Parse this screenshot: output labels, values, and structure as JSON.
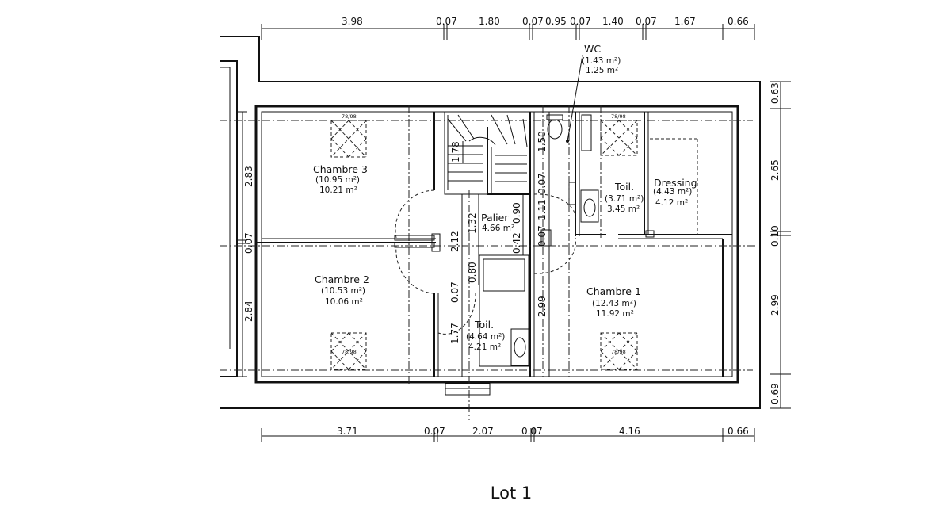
{
  "top_dimensions": [
    "3.98",
    "0.07",
    "1.80",
    "0.07",
    "0.95",
    "0.07",
    "1.40",
    "0.07",
    "1.67",
    "0.66"
  ],
  "bottom_dimensions": [
    "3.71",
    "0.07",
    "2.07",
    "0.07",
    "4.16",
    "0.66"
  ],
  "right_dimensions": [
    "0.63",
    "2.65",
    "0.10",
    "2.99",
    "0.69"
  ],
  "left_dimensions": [
    "2.83",
    "0.07",
    "2.84"
  ],
  "inner_dimensions": {
    "stair": "1.78",
    "wc_height": "1.50",
    "d007a": "0.07",
    "d111": "1.11",
    "d007b": "0.07",
    "d132": "1.32",
    "d090": "0.90",
    "d212": "2.12",
    "d042": "0.42",
    "d080": "0.80",
    "d007c": "0.07",
    "d177": "1.77",
    "d299": "2.99"
  },
  "rooms": {
    "chambre3": {
      "name": "Chambre 3",
      "area1": "(10.95 m²)",
      "area2": "10.21 m²"
    },
    "chambre2": {
      "name": "Chambre 2",
      "area1": "(10.53 m²)",
      "area2": "10.06 m²"
    },
    "palier": {
      "name": "Palier",
      "area1": "4.66 m²"
    },
    "toil_center": {
      "name": "Toil.",
      "area1": "(4.64 m²)",
      "area2": "4.21 m²"
    },
    "toil_upper": {
      "name": "Toil.",
      "area1": "(3.71 m²)",
      "area2": "3.45 m²"
    },
    "dressing": {
      "name": "Dressing",
      "area1": "(4.43 m²)",
      "area2": "4.12 m²"
    },
    "chambre1": {
      "name": "Chambre 1",
      "area1": "(12.43 m²)",
      "area2": "11.92 m²"
    },
    "wc": {
      "name": "WC",
      "area1": "(1.43 m²)",
      "area2": "1.25 m²"
    }
  },
  "window_labels": [
    "78/98",
    "78/98",
    "78/98",
    "78/98"
  ],
  "title": "Lot 1"
}
